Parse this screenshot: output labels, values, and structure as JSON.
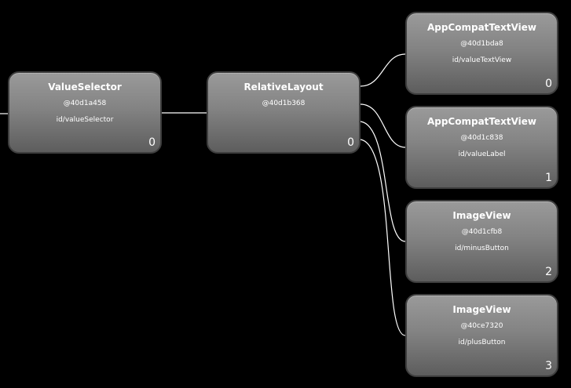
{
  "nodes": {
    "value_selector": {
      "name": "ValueSelector",
      "hash": "@40d1a458",
      "id": "id/valueSelector",
      "index": "0"
    },
    "relative_layout": {
      "name": "RelativeLayout",
      "hash": "@40d1b368",
      "id": "",
      "index": "0"
    },
    "value_text_view": {
      "name": "AppCompatTextView",
      "hash": "@40d1bda8",
      "id": "id/valueTextView",
      "index": "0"
    },
    "value_label": {
      "name": "AppCompatTextView",
      "hash": "@40d1c838",
      "id": "id/valueLabel",
      "index": "1"
    },
    "minus_button": {
      "name": "ImageView",
      "hash": "@40d1cfb8",
      "id": "id/minusButton",
      "index": "2"
    },
    "plus_button": {
      "name": "ImageView",
      "hash": "@40ce7320",
      "id": "id/plusButton",
      "index": "3"
    }
  },
  "colors": {
    "background": "#000000",
    "node_border": "#3e3e3e",
    "connector": "#ffffff",
    "text": "#ffffff"
  }
}
